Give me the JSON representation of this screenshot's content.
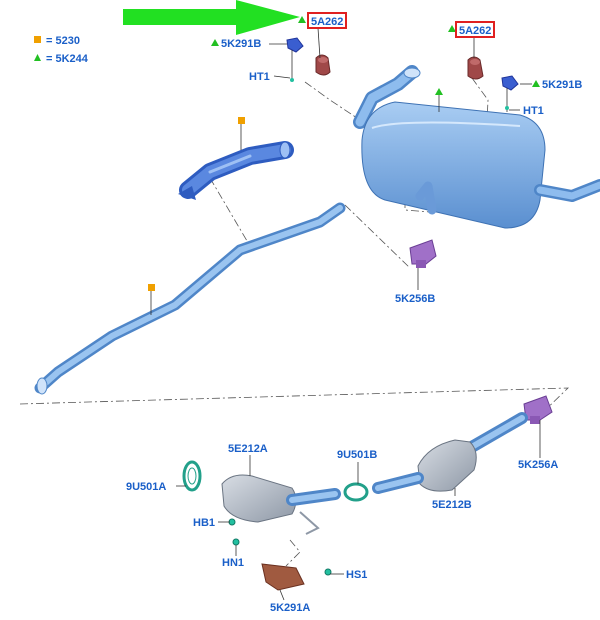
{
  "legend": {
    "square_text": "= 5230",
    "triangle_text": "= 5K244",
    "square_color": "#f0a000",
    "triangle_color": "#22c022"
  },
  "labels": {
    "hanger_left": "5A262",
    "hanger_right": "5A262",
    "sensor_left": "5K291B",
    "sensor_right": "5K291B",
    "ht1_left": "HT1",
    "ht1_right": "HT1",
    "clamp_upper": "5K256B",
    "clamp_lower": "5K256A",
    "gasket_left": "9U501A",
    "gasket_right": "9U501B",
    "cat_front": "5E212A",
    "cat_rear": "5E212B",
    "hb1": "HB1",
    "hn1": "HN1",
    "hs1": "HS1",
    "bracket": "5K291A"
  },
  "colors": {
    "pipe": "#7fb0e6",
    "pipe_shadow": "#4f86c8",
    "clamp": "#a070c8",
    "hanger": "#a04848",
    "highlight_box": "#e02020",
    "arrow": "#22e022",
    "label": "#1a5fc8"
  }
}
